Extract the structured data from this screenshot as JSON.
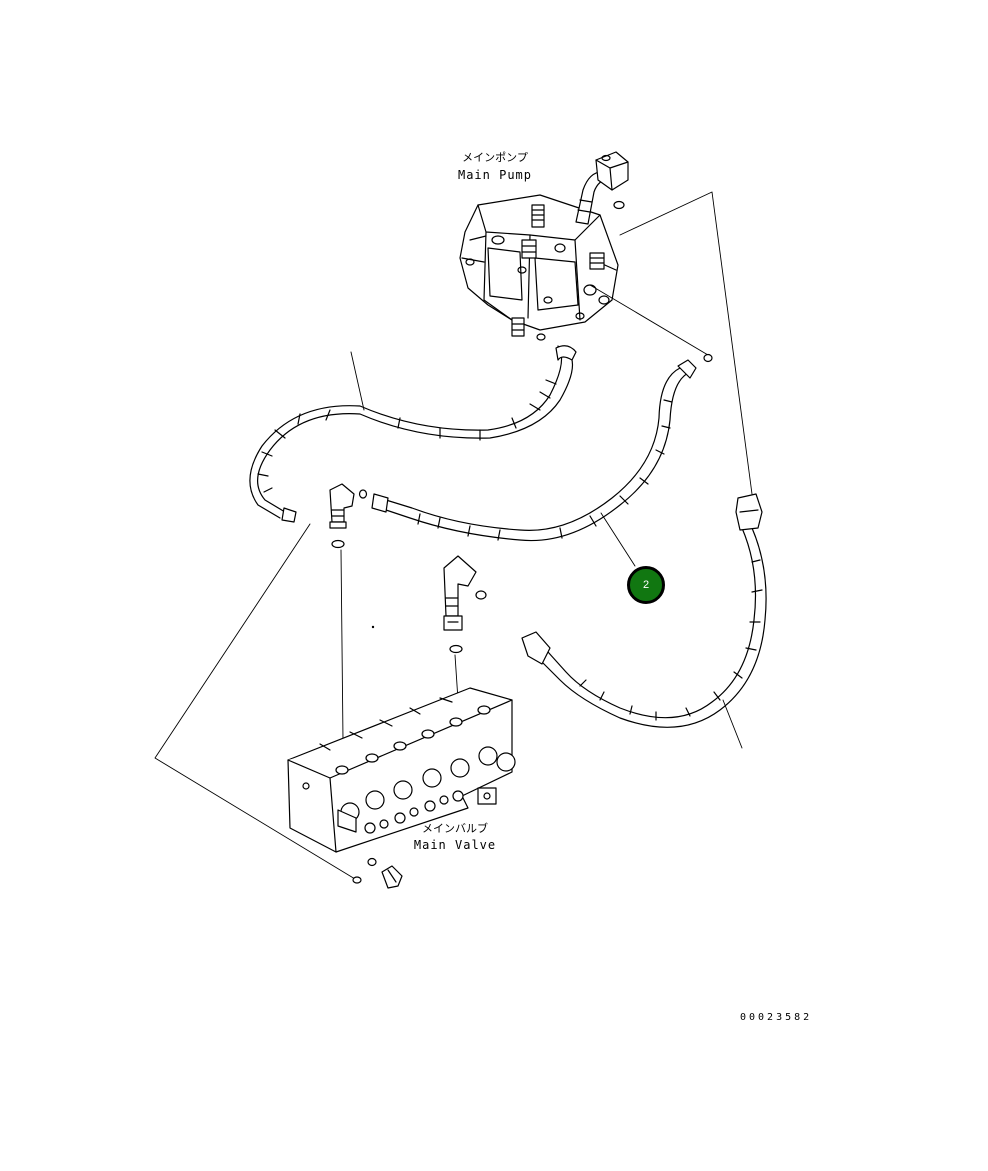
{
  "labels": {
    "main_pump_jp": "メインポンプ",
    "main_pump_en": "Main Pump",
    "main_valve_jp": "メインバルブ",
    "main_valve_en": "Main Valve"
  },
  "callouts": [
    {
      "number": "2"
    }
  ],
  "drawing_number": "00023582",
  "colors": {
    "line": "#000000",
    "callout_fill": "#117711",
    "callout_text": "#ffffff",
    "background": "#ffffff"
  }
}
